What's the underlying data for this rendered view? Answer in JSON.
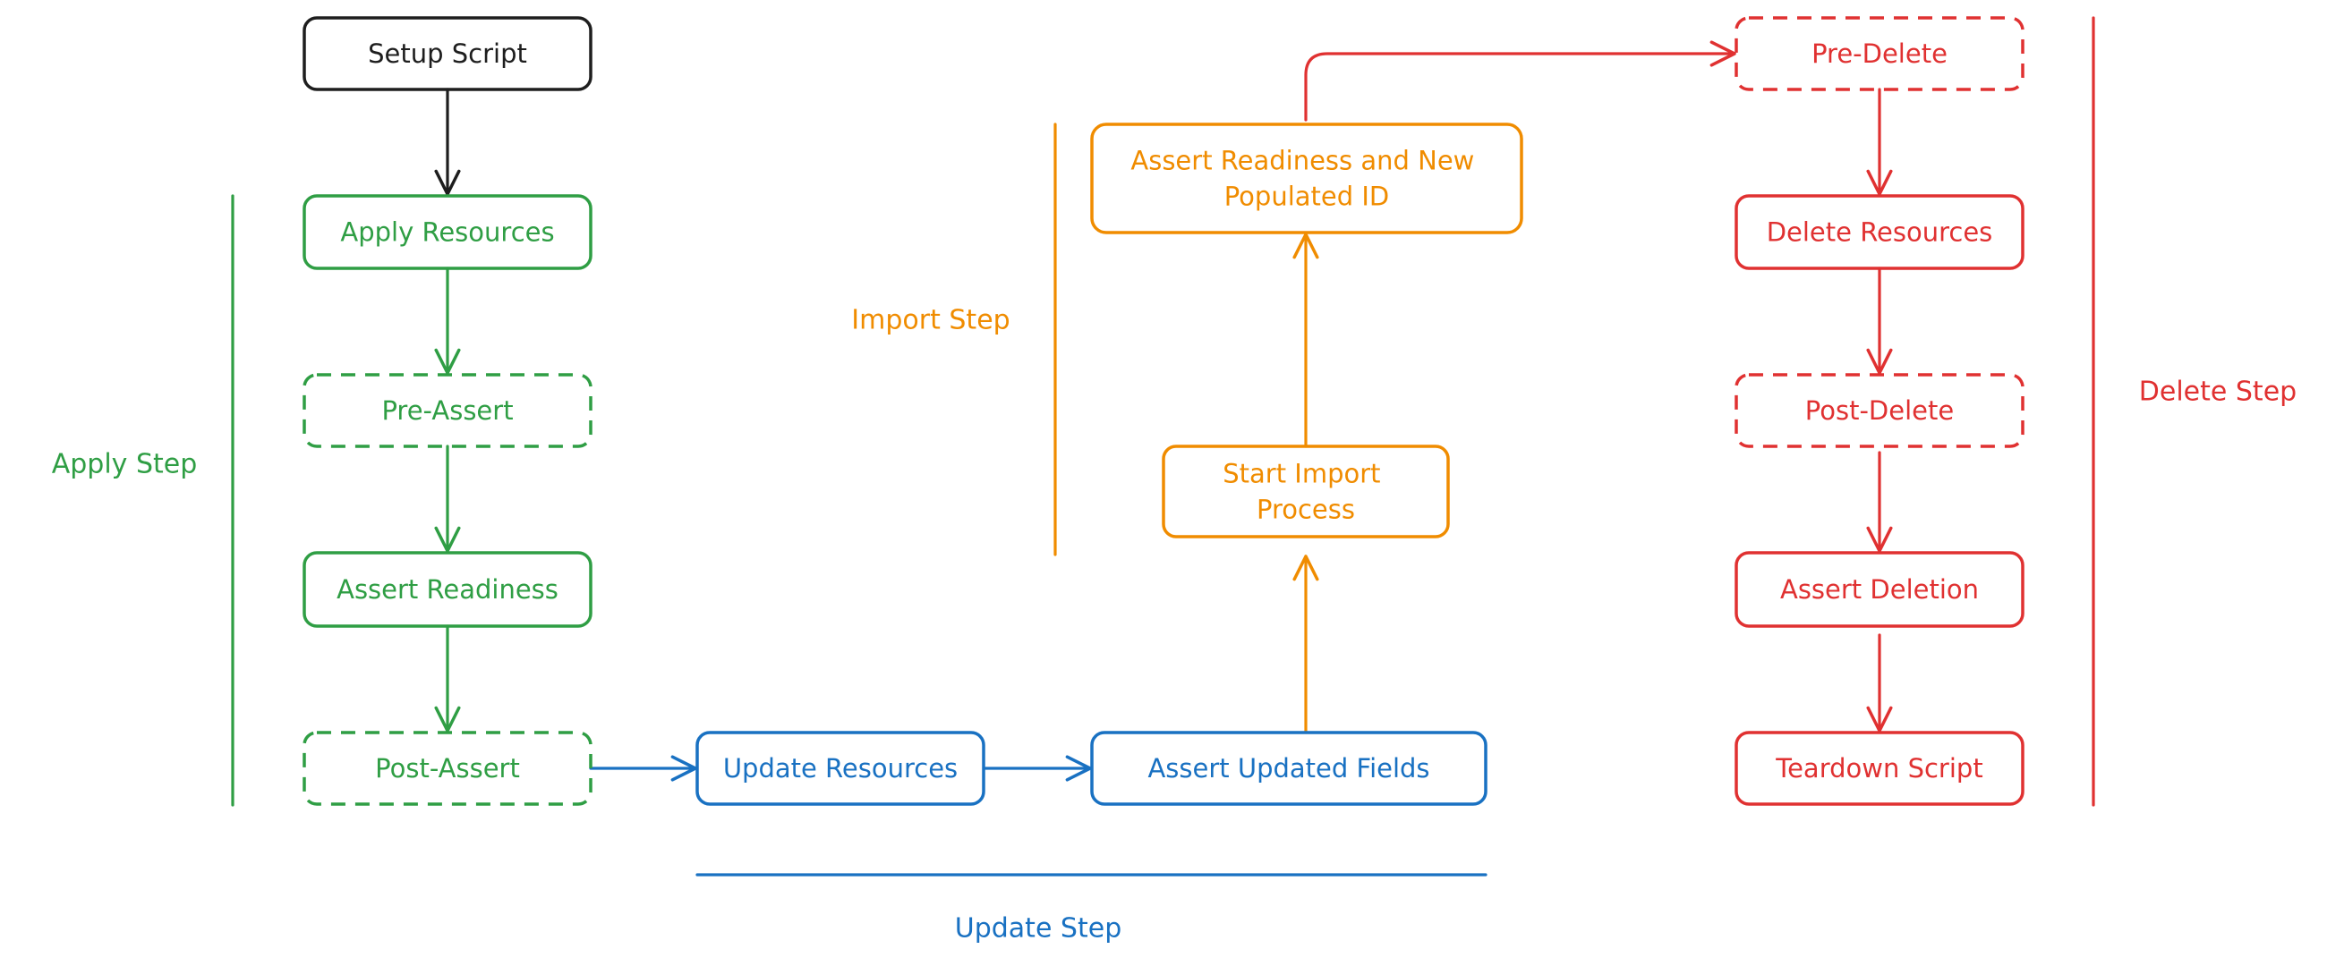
{
  "nodes": {
    "setup_script": "Setup Script",
    "apply_resources": "Apply Resources",
    "pre_assert": "Pre-Assert",
    "assert_readiness": "Assert Readiness",
    "post_assert": "Post-Assert",
    "update_resources": "Update Resources",
    "assert_updated_fields": "Assert Updated Fields",
    "start_import_process": [
      "Start Import",
      "Process"
    ],
    "assert_readiness_new_id": [
      "Assert Readiness and New",
      "Populated ID"
    ],
    "pre_delete": "Pre-Delete",
    "delete_resources": "Delete Resources",
    "post_delete": "Post-Delete",
    "assert_deletion": "Assert Deletion",
    "teardown_script": "Teardown Script"
  },
  "steps": {
    "apply": "Apply Step",
    "update": "Update Step",
    "import": "Import Step",
    "delete": "Delete Step"
  },
  "colors": {
    "setup": "#1e1e1e",
    "apply": "#2f9e44",
    "update": "#1971c2",
    "import": "#f08c00",
    "delete": "#e03131"
  }
}
